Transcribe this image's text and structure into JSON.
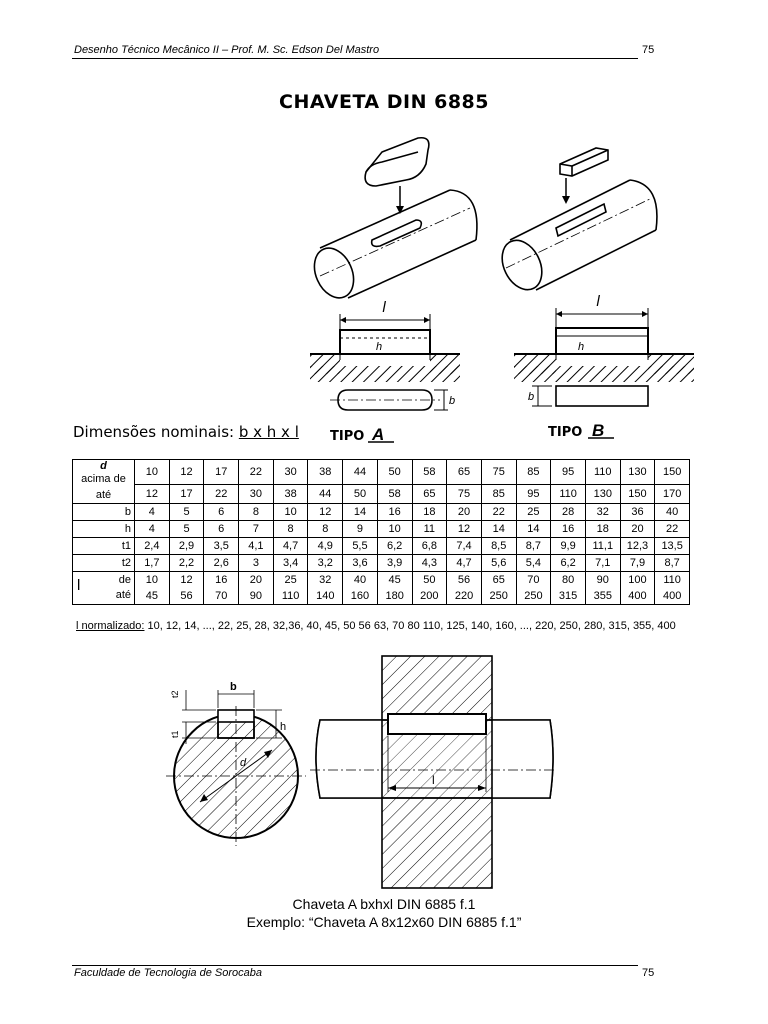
{
  "header": {
    "text": "Desenho Técnico Mecânico II – Prof. M. Sc. Edson Del Mastro",
    "page": "75"
  },
  "title": "CHAVETA DIN 6885",
  "figure_labels": {
    "length": "l",
    "height": "h",
    "width": "b",
    "diameter": "d",
    "t1": "t1",
    "t2": "t2",
    "type_word": "TIPO",
    "type_a": "A",
    "type_b": "B"
  },
  "dimensions": {
    "label": "Dimensões nominais: ",
    "formula": "b x h x l"
  },
  "table": {
    "d_label": "d",
    "acima_label": "acima de",
    "ate_label": "até",
    "acima": [
      "10",
      "12",
      "17",
      "22",
      "30",
      "38",
      "44",
      "50",
      "58",
      "65",
      "75",
      "85",
      "95",
      "110",
      "130",
      "150"
    ],
    "ate": [
      "12",
      "17",
      "22",
      "30",
      "38",
      "44",
      "50",
      "58",
      "65",
      "75",
      "85",
      "95",
      "110",
      "130",
      "150",
      "170"
    ],
    "rows": [
      {
        "label": "b",
        "values": [
          "4",
          "5",
          "6",
          "8",
          "10",
          "12",
          "14",
          "16",
          "18",
          "20",
          "22",
          "25",
          "28",
          "32",
          "36",
          "40"
        ]
      },
      {
        "label": "h",
        "values": [
          "4",
          "5",
          "6",
          "7",
          "8",
          "8",
          "9",
          "10",
          "11",
          "12",
          "14",
          "14",
          "16",
          "18",
          "20",
          "22"
        ]
      },
      {
        "label": "t1",
        "values": [
          "2,4",
          "2,9",
          "3,5",
          "4,1",
          "4,7",
          "4,9",
          "5,5",
          "6,2",
          "6,8",
          "7,4",
          "8,5",
          "8,7",
          "9,9",
          "11,1",
          "12,3",
          "13,5"
        ]
      },
      {
        "label": "t2",
        "values": [
          "1,7",
          "2,2",
          "2,6",
          "3",
          "3,4",
          "3,2",
          "3,6",
          "3,9",
          "4,3",
          "4,7",
          "5,6",
          "5,4",
          "6,2",
          "7,1",
          "7,9",
          "8,7"
        ]
      }
    ],
    "l_label": "l",
    "de_label": "de",
    "l_de": [
      "10",
      "12",
      "16",
      "20",
      "25",
      "32",
      "40",
      "45",
      "50",
      "56",
      "65",
      "70",
      "80",
      "90",
      "100",
      "110"
    ],
    "l_ate": [
      "45",
      "56",
      "70",
      "90",
      "110",
      "140",
      "160",
      "180",
      "200",
      "220",
      "250",
      "250",
      "315",
      "355",
      "400",
      "400"
    ]
  },
  "normalized": {
    "label": "l normalizado:",
    "values": " 10, 12, 14, ..., 22, 25, 28, 32,36, 40, 45, 50 56 63, 70 80 110, 125, 140, 160, ..., 220, 250, 280, 315, 355, 400"
  },
  "caption": {
    "line1": "Chaveta A bxhxl DIN 6885 f.1",
    "line2": "Exemplo: “Chaveta A 8x12x60 DIN 6885 f.1”"
  },
  "footer": {
    "text": "Faculdade de Tecnologia de Sorocaba",
    "page": "75"
  }
}
